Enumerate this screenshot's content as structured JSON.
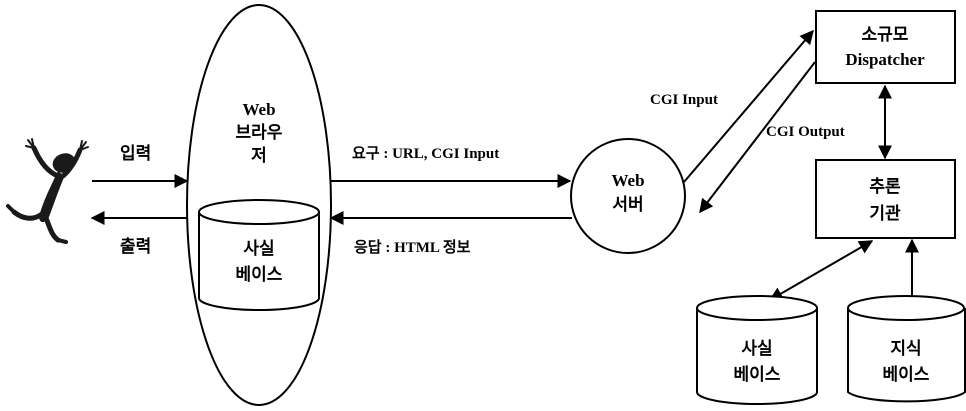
{
  "browser": {
    "line1": "Web",
    "line2": "브라우",
    "line3": "저"
  },
  "browser_db": {
    "line1": "사실",
    "line2": "베이스"
  },
  "server": {
    "line1": "Web",
    "line2": "서버"
  },
  "dispatcher": {
    "line1": "소규모",
    "line2": "Dispatcher"
  },
  "engine": {
    "line1": "추론",
    "line2": "기관"
  },
  "fact_db": {
    "line1": "사실",
    "line2": "베이스"
  },
  "knowledge_db": {
    "line1": "지식",
    "line2": "베이스"
  },
  "edges": {
    "input": "입력",
    "output": "출력",
    "request": "요구 : URL, CGI Input",
    "response": "응답 : HTML   정보",
    "cgi_input": "CGI Input",
    "cgi_output": "CGI Output"
  },
  "colors": {
    "stroke": "#000000",
    "fill": "#ffffff",
    "figure": "#1a1a1a"
  },
  "icons": {
    "user": "dancing-person-icon"
  }
}
